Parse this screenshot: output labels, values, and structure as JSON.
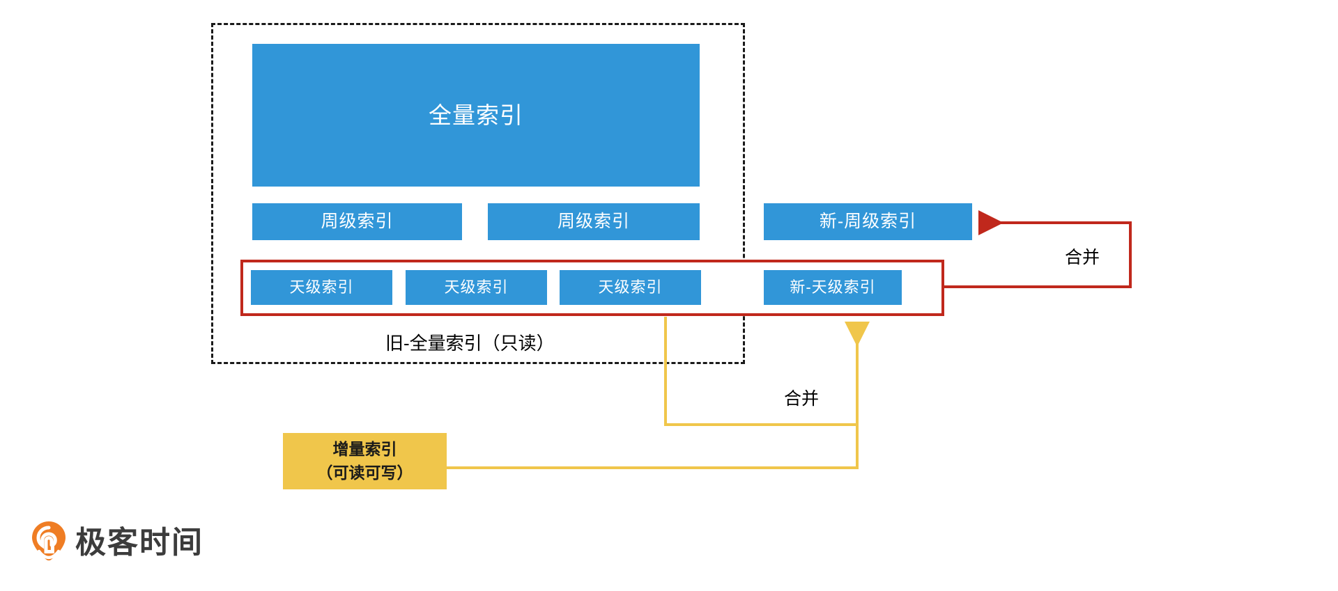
{
  "diagram": {
    "title_caption": "旧-全量索引（只读）",
    "colors": {
      "blue": "#3196d8",
      "yellow": "#f0c64b",
      "red": "#c0281c",
      "dashed_border": "#1a1a1a",
      "logo_orange": "#ef7d24",
      "logo_text": "#3c3c3c"
    },
    "full_index": {
      "label": "全量索引"
    },
    "weekly_indexes": [
      {
        "label": "周级索引"
      },
      {
        "label": "周级索引"
      }
    ],
    "daily_indexes": [
      {
        "label": "天级索引"
      },
      {
        "label": "天级索引"
      },
      {
        "label": "天级索引"
      }
    ],
    "new_weekly_index": {
      "label": "新-周级索引"
    },
    "new_daily_index": {
      "label": "新-天级索引"
    },
    "incremental_index": {
      "line1": "增量索引",
      "line2": "（可读可写）"
    },
    "edges": [
      {
        "id": "merge-red",
        "label": "合并",
        "color": "#c0281c"
      },
      {
        "id": "merge-yellow",
        "label": "合并",
        "color": "#f0c64b"
      }
    ]
  },
  "brand": {
    "name": "极客时间",
    "icon": "geektime-pin-icon"
  }
}
